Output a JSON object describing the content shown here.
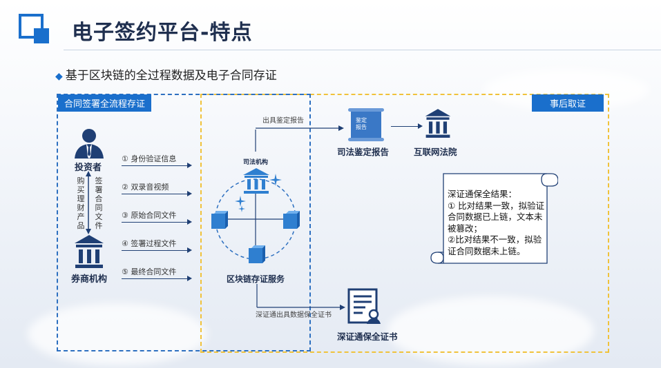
{
  "header": {
    "title": "电子签约平台-特点",
    "subtitle": "基于区块链的全过程数据及电子合同存证",
    "subtitle_marker": "◆"
  },
  "sections": {
    "left_tag": "合同签署全流程存证",
    "right_tag": "事后取证"
  },
  "actors": {
    "investor": "投资者",
    "broker": "券商机构",
    "buy_label": "购买理财产品",
    "sign_label": "签署合同文件"
  },
  "flows": [
    {
      "num": "①",
      "label": "身份验证信息"
    },
    {
      "num": "②",
      "label": "双录音视频"
    },
    {
      "num": "③",
      "label": "原始合同文件"
    },
    {
      "num": "④",
      "label": "签署过程文件"
    },
    {
      "num": "⑤",
      "label": "最终合同文件"
    }
  ],
  "blockchain": {
    "judicial_small": "司法机构",
    "service_label": "区块链存证服务"
  },
  "top_flow": {
    "report_out_label": "出具鉴定报告",
    "report_doc_text": "鉴定\n报告",
    "report_title": "司法鉴定报告",
    "court_title": "互联网法院"
  },
  "bottom_flow": {
    "cert_out_label": "深证通出具数据保全证书",
    "cert_title": "深证通保全证书"
  },
  "result_card": {
    "lines": [
      "深证通保全结果：",
      "① 比对结果一致，拟验证合同数据已上链，文本未被篡改；",
      "②比对结果不一致，拟验证合同数据未上链。"
    ]
  },
  "colors": {
    "brand_blue": "#1a6fcc",
    "navy": "#1f3f74",
    "dashed_yellow": "#f0c23a",
    "cube_blue": "#2f7fd0"
  },
  "icons": [
    "person-icon",
    "bank-icon",
    "scroll-icon",
    "court-icon",
    "certificate-icon",
    "cube-icon",
    "sparkle-icon"
  ]
}
